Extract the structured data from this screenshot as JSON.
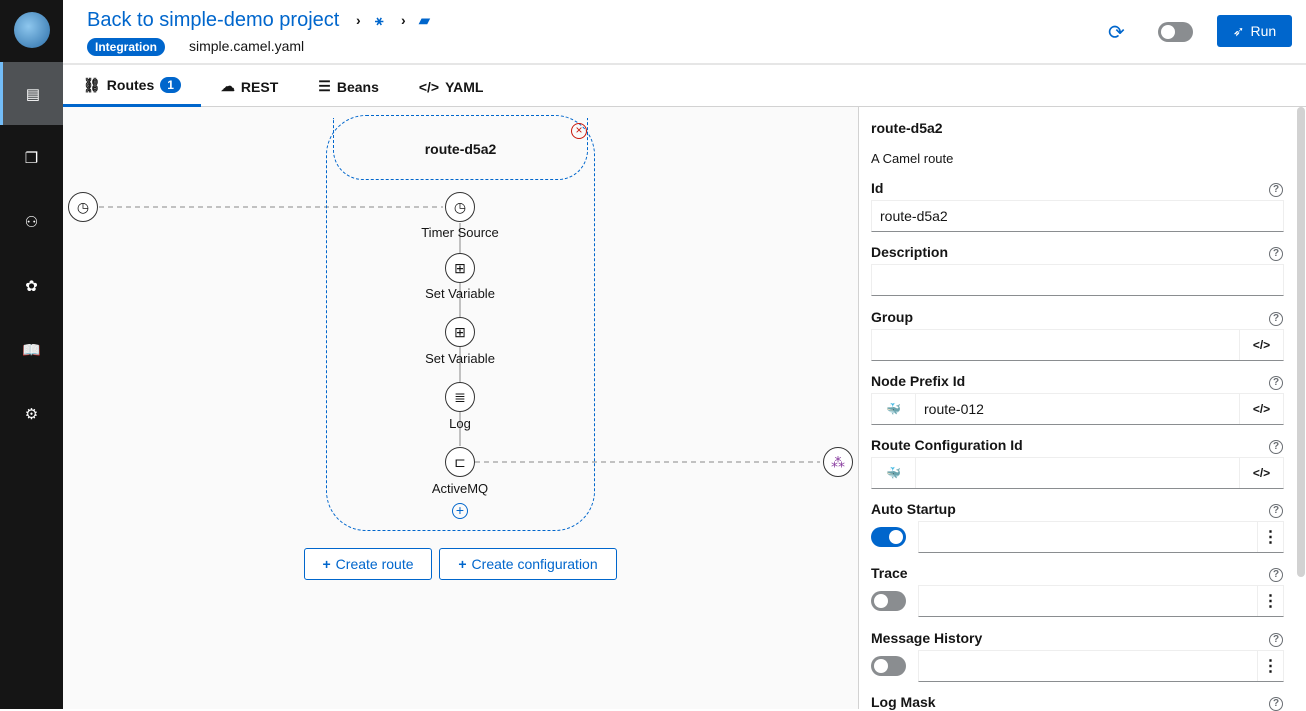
{
  "header": {
    "back_link": "Back to simple-demo project",
    "badge": "Integration",
    "file": "simple.camel.yaml",
    "run_label": "Run"
  },
  "tabs": [
    {
      "label": "Routes",
      "count": "1"
    },
    {
      "label": "REST"
    },
    {
      "label": "Beans"
    },
    {
      "label": "YAML"
    }
  ],
  "canvas": {
    "route_title": "route-d5a2",
    "steps": [
      "Timer Source",
      "Set Variable",
      "Set Variable",
      "Log",
      "ActiveMQ"
    ],
    "create_route": "Create route",
    "create_configuration": "Create configuration"
  },
  "panel": {
    "title": "route-d5a2",
    "description": "A Camel route",
    "fields": {
      "id": {
        "label": "Id",
        "value": "route-d5a2"
      },
      "description": {
        "label": "Description",
        "value": ""
      },
      "group": {
        "label": "Group",
        "value": ""
      },
      "node_prefix": {
        "label": "Node Prefix Id",
        "value": "route-012"
      },
      "route_config": {
        "label": "Route Configuration Id",
        "value": ""
      },
      "auto_startup": {
        "label": "Auto Startup",
        "on": true
      },
      "trace": {
        "label": "Trace",
        "on": false
      },
      "message_history": {
        "label": "Message History",
        "on": false
      },
      "log_mask": {
        "label": "Log Mask"
      }
    }
  },
  "colors": {
    "accent": "#0066cc",
    "sidebar": "#151515",
    "danger": "#c9190b"
  }
}
